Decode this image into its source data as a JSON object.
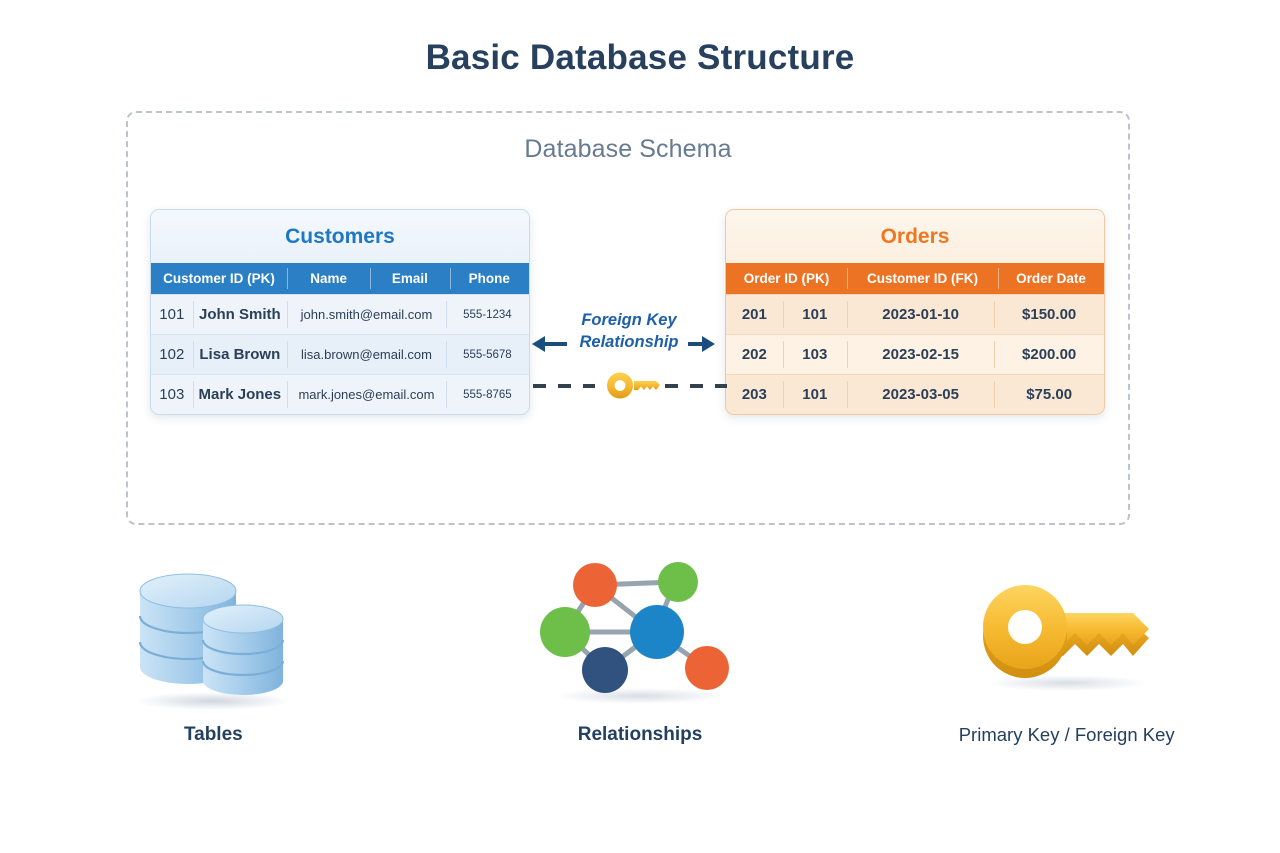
{
  "page": {
    "title": "Basic Database Structure"
  },
  "schema": {
    "label": "Database Schema"
  },
  "customers_table": {
    "title": "Customers",
    "headers": [
      "Customer ID (PK)",
      "Name",
      "Email",
      "Phone"
    ],
    "rows": [
      {
        "id": "101",
        "name": "John Smith",
        "email": "john.smith@email.com",
        "phone": "555-1234"
      },
      {
        "id": "102",
        "name": "Lisa Brown",
        "email": "lisa.brown@email.com",
        "phone": "555-5678"
      },
      {
        "id": "103",
        "name": "Mark Jones",
        "email": "mark.jones@email.com",
        "phone": "555-8765"
      }
    ],
    "accent_color": "#2b7fc4",
    "title_color": "#2077c4"
  },
  "orders_table": {
    "title": "Orders",
    "headers": [
      "Order ID (PK)",
      "Customer ID (FK)",
      "Order Date"
    ],
    "rows": [
      {
        "order_id": "201",
        "customer_id": "101",
        "order_date": "2023-01-10",
        "amount": "$150.00"
      },
      {
        "order_id": "202",
        "customer_id": "103",
        "order_date": "2023-02-15",
        "amount": "$200.00"
      },
      {
        "order_id": "203",
        "customer_id": "101",
        "order_date": "2023-03-05",
        "amount": "$75.00"
      }
    ],
    "accent_color": "#ec7324",
    "title_color": "#ef7722"
  },
  "relationship": {
    "line1": "Foreign Key",
    "line2": "Relationship",
    "color": "#1d5fa8"
  },
  "legend": {
    "items": [
      {
        "label": "Tables",
        "icon": "database-stack-icon"
      },
      {
        "label": "Relationships",
        "icon": "network-graph-icon"
      },
      {
        "label": "Primary Key / Foreign Key",
        "icon": "key-icon"
      }
    ]
  },
  "colors": {
    "title": "#27405e",
    "schema_label": "#667a92",
    "key_gold": "#f5b731",
    "node_blue": "#1b85c8",
    "node_green": "#6ebe4a",
    "node_orange": "#ec6436",
    "node_navy": "#31527f",
    "cylinder_blue": "#a8cdea"
  }
}
